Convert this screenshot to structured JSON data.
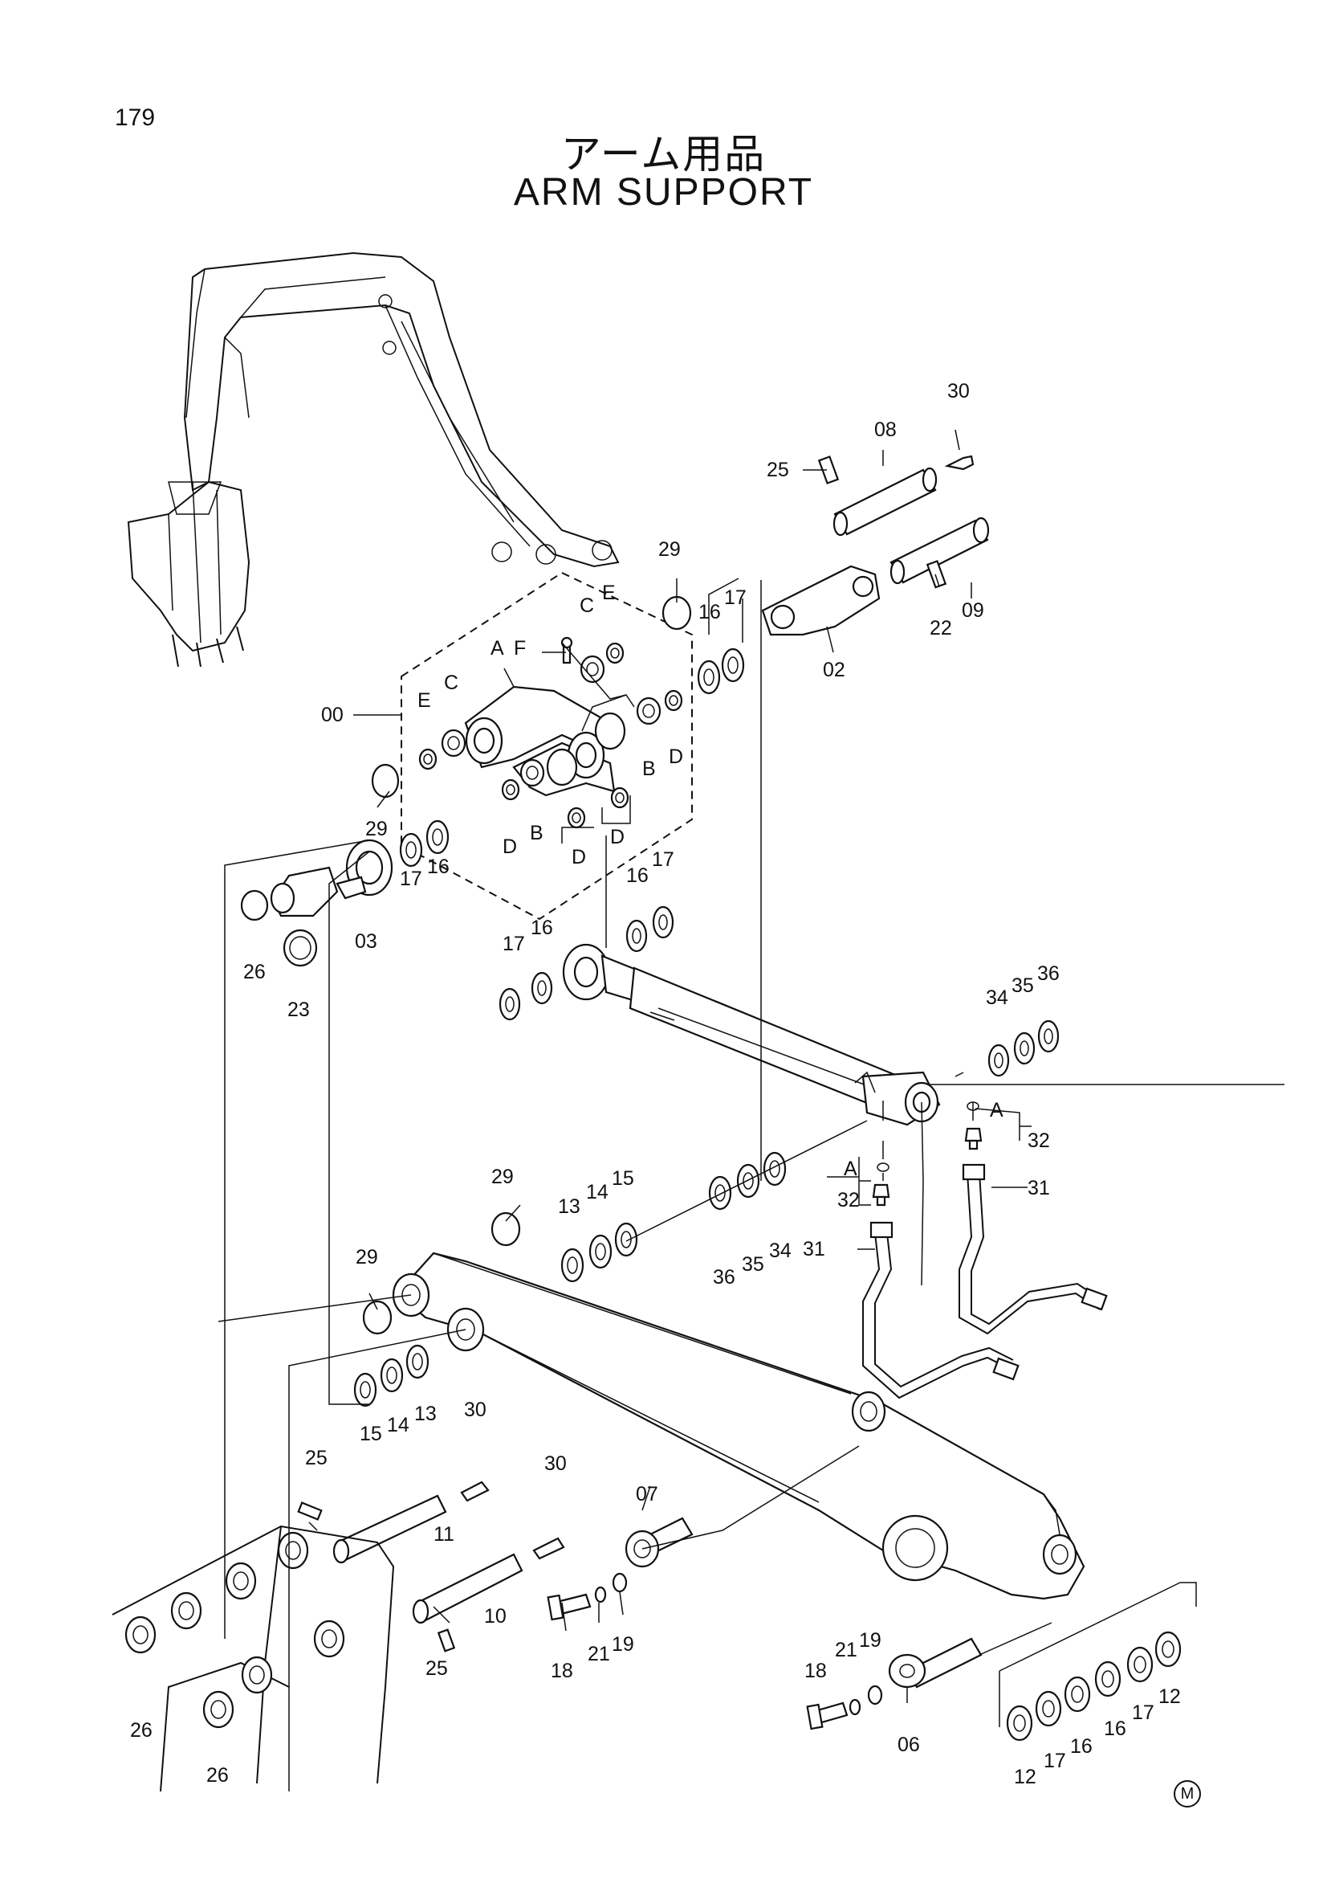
{
  "page": {
    "number": "179",
    "title_jp": "アーム用品",
    "title_en": "ARM SUPPORT"
  },
  "callouts": [
    {
      "id": "c-30a",
      "text": "30"
    },
    {
      "id": "c-08",
      "text": "08"
    },
    {
      "id": "c-25a",
      "text": "25"
    },
    {
      "id": "c-29a",
      "text": "29"
    },
    {
      "id": "c-16a",
      "text": "16"
    },
    {
      "id": "c-17a",
      "text": "17"
    },
    {
      "id": "c-Ea",
      "text": "E"
    },
    {
      "id": "c-Ca",
      "text": "C"
    },
    {
      "id": "c-A1",
      "text": "A"
    },
    {
      "id": "c-F",
      "text": "F"
    },
    {
      "id": "c-22",
      "text": "22"
    },
    {
      "id": "c-09",
      "text": "09"
    },
    {
      "id": "c-02",
      "text": "02"
    },
    {
      "id": "c-00",
      "text": "00"
    },
    {
      "id": "c-Eb",
      "text": "E"
    },
    {
      "id": "c-Cb",
      "text": "C"
    },
    {
      "id": "c-Ba",
      "text": "B"
    },
    {
      "id": "c-Da",
      "text": "D"
    },
    {
      "id": "c-Db",
      "text": "D"
    },
    {
      "id": "c-Bb",
      "text": "B"
    },
    {
      "id": "c-Dc",
      "text": "D"
    },
    {
      "id": "c-Dd",
      "text": "D"
    },
    {
      "id": "c-29b",
      "text": "29"
    },
    {
      "id": "c-17b",
      "text": "17"
    },
    {
      "id": "c-16b",
      "text": "16"
    },
    {
      "id": "c-03",
      "text": "03"
    },
    {
      "id": "c-26a",
      "text": "26"
    },
    {
      "id": "c-23",
      "text": "23"
    },
    {
      "id": "c-16c",
      "text": "16"
    },
    {
      "id": "c-17c",
      "text": "17"
    },
    {
      "id": "c-17d",
      "text": "17"
    },
    {
      "id": "c-16d",
      "text": "16"
    },
    {
      "id": "c-34a",
      "text": "34"
    },
    {
      "id": "c-35a",
      "text": "35"
    },
    {
      "id": "c-36a",
      "text": "36"
    },
    {
      "id": "c-A2",
      "text": "A"
    },
    {
      "id": "c-32a",
      "text": "32"
    },
    {
      "id": "c-A3",
      "text": "A"
    },
    {
      "id": "c-32b",
      "text": "32"
    },
    {
      "id": "c-31a",
      "text": "31"
    },
    {
      "id": "c-29c",
      "text": "29"
    },
    {
      "id": "c-13a",
      "text": "13"
    },
    {
      "id": "c-14a",
      "text": "14"
    },
    {
      "id": "c-15a",
      "text": "15"
    },
    {
      "id": "c-36b",
      "text": "36"
    },
    {
      "id": "c-35b",
      "text": "35"
    },
    {
      "id": "c-34b",
      "text": "34"
    },
    {
      "id": "c-31b",
      "text": "31"
    },
    {
      "id": "c-29d",
      "text": "29"
    },
    {
      "id": "c-15b",
      "text": "15"
    },
    {
      "id": "c-14b",
      "text": "14"
    },
    {
      "id": "c-13b",
      "text": "13"
    },
    {
      "id": "c-30b",
      "text": "30"
    },
    {
      "id": "c-25b",
      "text": "25"
    },
    {
      "id": "c-30c",
      "text": "30"
    },
    {
      "id": "c-11",
      "text": "11"
    },
    {
      "id": "c-07",
      "text": "07"
    },
    {
      "id": "c-10",
      "text": "10"
    },
    {
      "id": "c-25c",
      "text": "25"
    },
    {
      "id": "c-18a",
      "text": "18"
    },
    {
      "id": "c-21a",
      "text": "21"
    },
    {
      "id": "c-19a",
      "text": "19"
    },
    {
      "id": "c-26b",
      "text": "26"
    },
    {
      "id": "c-26c",
      "text": "26"
    },
    {
      "id": "c-21b",
      "text": "21"
    },
    {
      "id": "c-19b",
      "text": "19"
    },
    {
      "id": "c-18b",
      "text": "18"
    },
    {
      "id": "c-06",
      "text": "06"
    },
    {
      "id": "c-12a",
      "text": "12"
    },
    {
      "id": "c-17e",
      "text": "17"
    },
    {
      "id": "c-16e",
      "text": "16"
    },
    {
      "id": "c-16f",
      "text": "16"
    },
    {
      "id": "c-17f",
      "text": "17"
    },
    {
      "id": "c-12b",
      "text": "12"
    }
  ],
  "stamp": "M"
}
